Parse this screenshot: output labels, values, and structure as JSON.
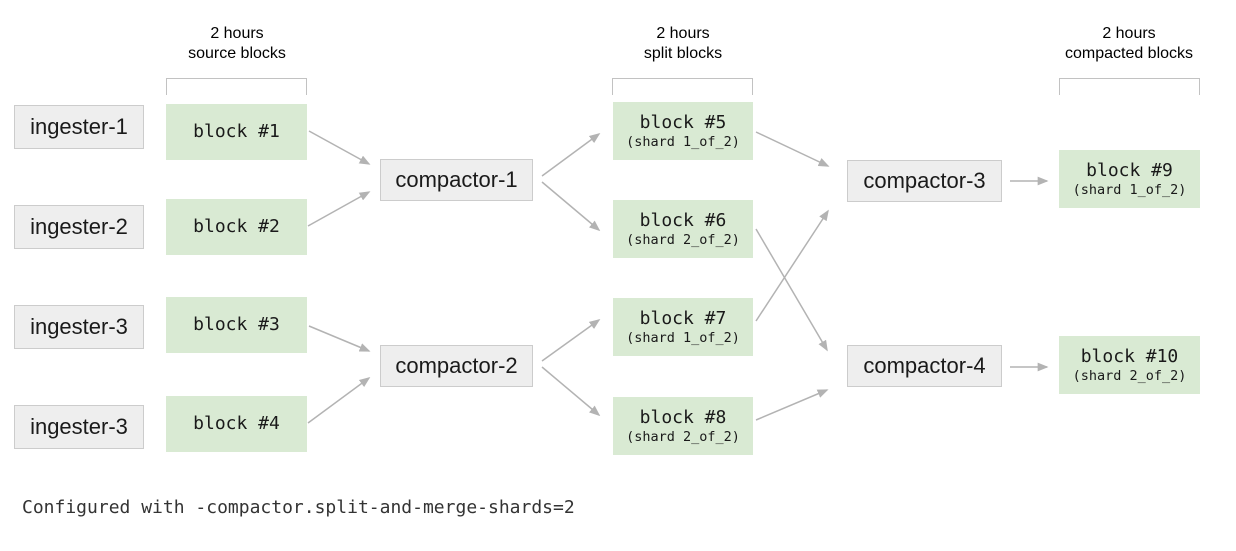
{
  "diagram": {
    "caption": "Configured with -compactor.split-and-merge-shards=2",
    "column_headers": {
      "source": {
        "line1": "2 hours",
        "line2": "source blocks"
      },
      "split": {
        "line1": "2 hours",
        "line2": "split blocks"
      },
      "compacted": {
        "line1": "2 hours",
        "line2": "compacted blocks"
      }
    },
    "ingesters": [
      {
        "label": "ingester-1"
      },
      {
        "label": "ingester-2"
      },
      {
        "label": "ingester-3"
      },
      {
        "label": "ingester-3"
      }
    ],
    "source_blocks": [
      {
        "label": "block #1"
      },
      {
        "label": "block #2"
      },
      {
        "label": "block #3"
      },
      {
        "label": "block #4"
      }
    ],
    "split_compactors": [
      {
        "label": "compactor-1"
      },
      {
        "label": "compactor-2"
      }
    ],
    "split_blocks": [
      {
        "label": "block #5",
        "shard": "(shard 1_of_2)"
      },
      {
        "label": "block #6",
        "shard": "(shard 2_of_2)"
      },
      {
        "label": "block #7",
        "shard": "(shard 1_of_2)"
      },
      {
        "label": "block #8",
        "shard": "(shard 2_of_2)"
      }
    ],
    "merge_compactors": [
      {
        "label": "compactor-3"
      },
      {
        "label": "compactor-4"
      }
    ],
    "compacted_blocks": [
      {
        "label": "block #9",
        "shard": "(shard 1_of_2)"
      },
      {
        "label": "block #10",
        "shard": "(shard 2_of_2)"
      }
    ],
    "colors": {
      "block_fill": "#d9ead3",
      "node_fill": "#eeeeee",
      "node_border": "#cccccc",
      "arrow": "#b3b3b3",
      "bracket": "#c2c2c2"
    }
  }
}
